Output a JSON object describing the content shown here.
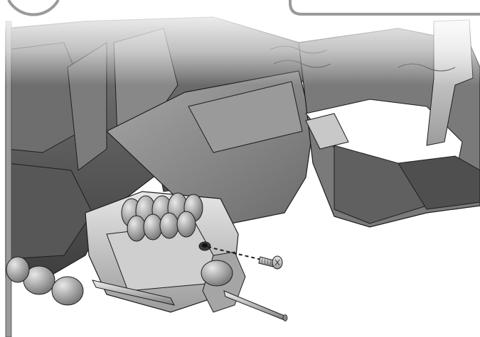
{
  "diagram": {
    "frame": {
      "step_badge": "",
      "instruction_box": ""
    },
    "parts": [
      {
        "id": "chassis-body",
        "label": ""
      },
      {
        "id": "gearbox-assembly",
        "label": ""
      },
      {
        "id": "axle-shaft",
        "label": ""
      },
      {
        "id": "mounting-screw",
        "label": ""
      },
      {
        "id": "screw-hole",
        "label": ""
      }
    ],
    "assembly_line": {
      "style": "dashed",
      "from": "mounting-screw",
      "to": "screw-hole"
    },
    "colors": {
      "line": "#1e1e1e",
      "plastic_dark": "#5c5c5c",
      "plastic_mid": "#8a8a8a",
      "plastic_light": "#b9b9b9",
      "highlight": "#dcdcdc",
      "frame": "#9a9a9a",
      "background": "#ffffff"
    }
  }
}
